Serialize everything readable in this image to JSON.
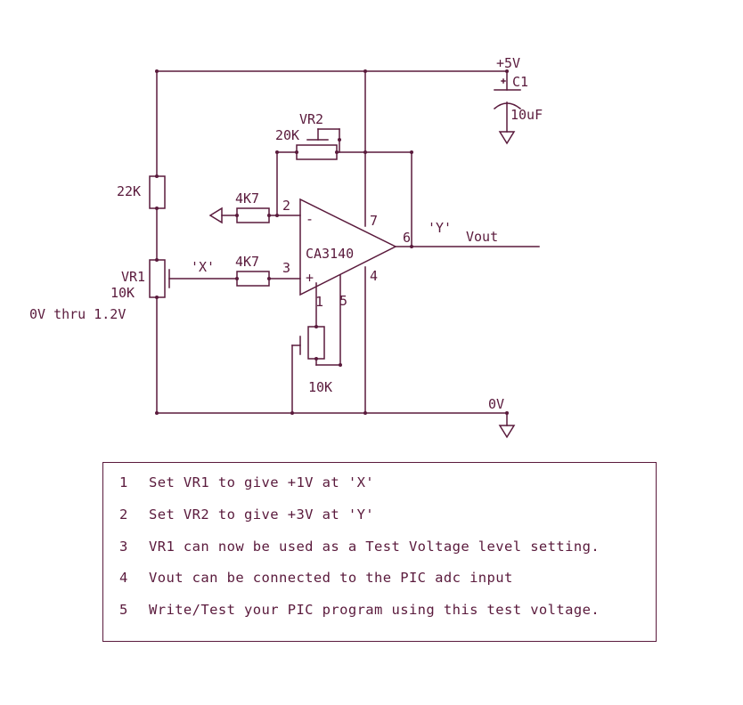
{
  "supply": {
    "label": "+5V",
    "cap_name": "C1",
    "cap_value": "10uF"
  },
  "ground": {
    "label": "0V"
  },
  "resistors": {
    "r_top": "22K",
    "r_in_minus": "4K7",
    "r_in_plus": "4K7",
    "r_offset": "10K"
  },
  "pots": {
    "vr1": {
      "name": "VR1",
      "value": "10K",
      "range": "0V thru 1.2V"
    },
    "vr2": {
      "name": "VR2",
      "value": "20K"
    }
  },
  "opamp": {
    "part": "CA3140",
    "minus_sign": "-",
    "plus_sign": "+",
    "pins": {
      "p1": "1",
      "p2": "2",
      "p3": "3",
      "p4": "4",
      "p5": "5",
      "p6": "6",
      "p7": "7"
    }
  },
  "nodes": {
    "x_label": "'X'",
    "y_label": "'Y'",
    "vout": "Vout"
  },
  "notes": [
    {
      "num": "1",
      "text": "Set VR1 to give +1V at 'X'"
    },
    {
      "num": "2",
      "text": "Set VR2 to give +3V at 'Y'"
    },
    {
      "num": "3",
      "text": "VR1 can now be used as a Test Voltage level setting."
    },
    {
      "num": "4",
      "text": "Vout can be connected to the PIC adc input"
    },
    {
      "num": "5",
      "text": "Write/Test your PIC program using this test voltage."
    }
  ],
  "colors": {
    "ink": "#5a1a3c",
    "background": "#ffffff"
  }
}
